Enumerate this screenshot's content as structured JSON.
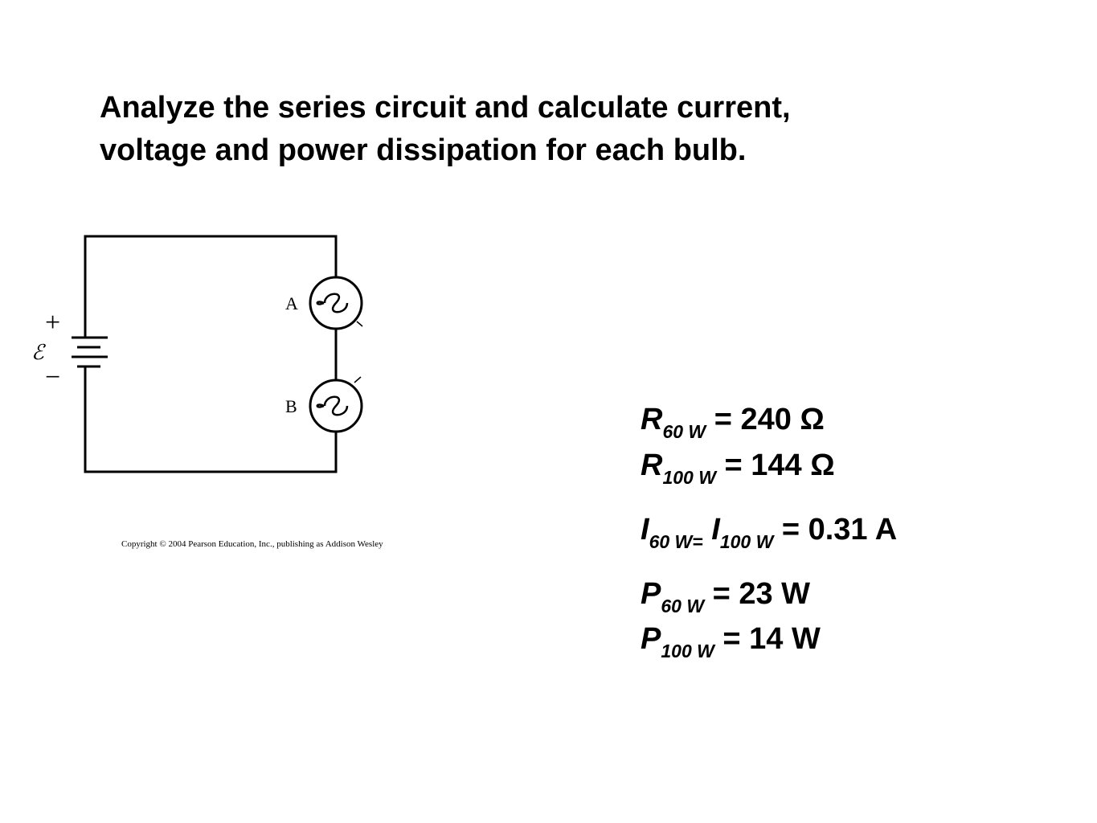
{
  "title": {
    "line1": "Analyze the series circuit and calculate current,",
    "line2": "voltage and power dissipation for each bulb."
  },
  "circuit": {
    "battery_plus": "+",
    "battery_minus": "−",
    "emf_symbol": "ℰ",
    "bulb_a_label": "A",
    "bulb_b_label": "B"
  },
  "copyright": "Copyright © 2004 Pearson Education, Inc., publishing as Addison Wesley",
  "equations": {
    "r60": {
      "var": "R",
      "sub": "60 W",
      "rest": " = 240 Ω"
    },
    "r100": {
      "var": "R",
      "sub": "100 W",
      "rest": " = 144 Ω"
    },
    "current": {
      "var1": "I",
      "sub1": "60 W=",
      "var2": " I",
      "sub2": "100 W",
      "rest": " = 0.31 A"
    },
    "p60": {
      "var": "P",
      "sub": "60 W",
      "rest": " = 23 W"
    },
    "p100": {
      "var": "P",
      "sub": "100 W",
      "rest": " = 14 W"
    }
  }
}
